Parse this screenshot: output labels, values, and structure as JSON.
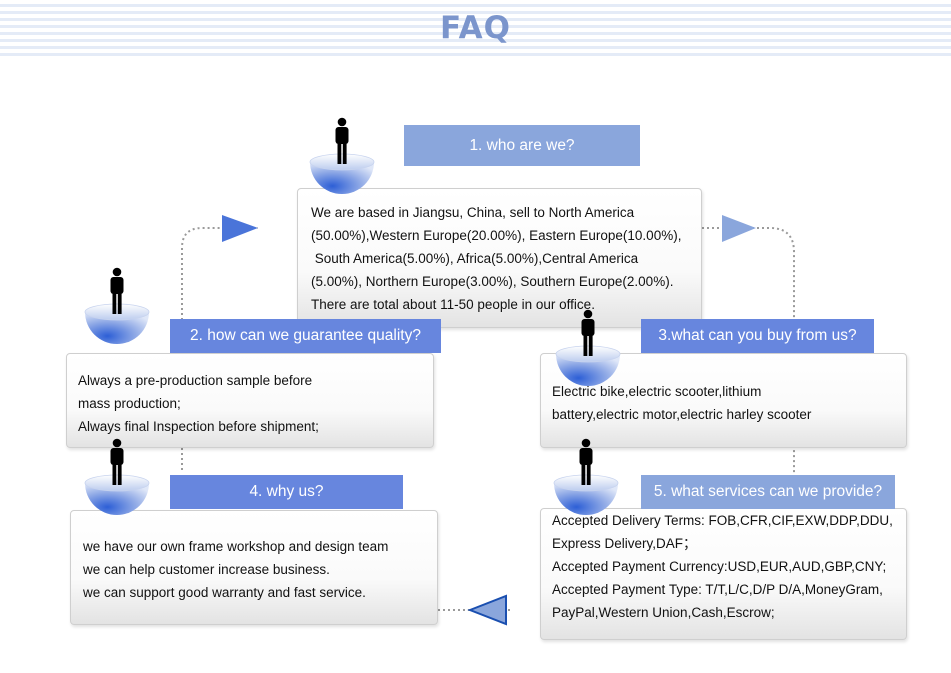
{
  "header": {
    "title": "FAQ"
  },
  "faq": [
    {
      "question": "1. who are we?",
      "answer": [
        "We are based in Jiangsu, China, sell to North America",
        "(50.00%),Western Europe(20.00%), Eastern Europe(10.00%),",
        " South America(5.00%), Africa(5.00%),Central America",
        "(5.00%), Northern Europe(3.00%), Southern Europe(2.00%).",
        "There are total about 11-50 people in our office."
      ]
    },
    {
      "question": "2. how can we guarantee quality?",
      "answer": [
        "Always a pre-production sample before",
        "mass production;",
        "Always final Inspection before shipment;"
      ]
    },
    {
      "question": "3.what can you buy from us?",
      "answer": [
        "Electric bike,electric scooter,lithium",
        "battery,electric motor,electric harley scooter"
      ]
    },
    {
      "question": "4. why us?",
      "answer": [
        "we have our own frame workshop and design team",
        "we can help customer increase business.",
        "we can support good warranty and fast service."
      ]
    },
    {
      "question": "5. what services can we provide?",
      "answer": [
        "Accepted Delivery Terms: FOB,CFR,CIF,EXW,DDP,DDU,",
        "Express Delivery,DAF；",
        "Accepted Payment Currency:USD,EUR,AUD,GBP,CNY;",
        "Accepted Payment Type: T/T,L/C,D/P D/A,MoneyGram,",
        "PayPal,Western Union,Cash,Escrow;"
      ]
    }
  ],
  "colors": {
    "title": "#7b95cc",
    "label_light": "#8aa6dc",
    "label_dark": "#6786de",
    "arrow_fill": "#4a74d9",
    "connector": "#9a9a9a"
  },
  "icons": [
    "person-on-globe-icon",
    "arrow-right-icon",
    "arrow-left-icon"
  ]
}
